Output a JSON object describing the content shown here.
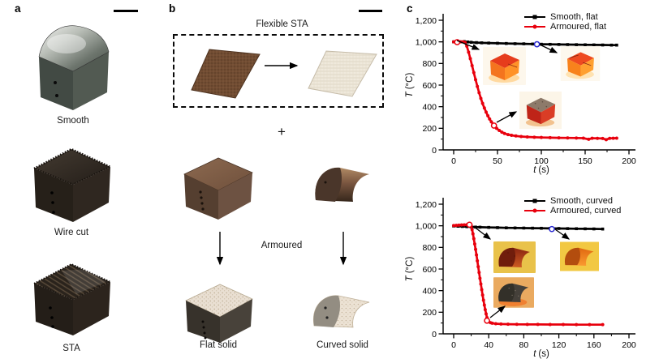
{
  "panels": {
    "a": {
      "label": "a",
      "captions": [
        "Smooth",
        "Wire cut",
        "STA"
      ]
    },
    "b": {
      "label": "b",
      "box_title": "Flexible STA",
      "plus": "+",
      "process_label": "Armoured",
      "captions": [
        "Flat solid",
        "Curved solid"
      ]
    },
    "c": {
      "label": "c"
    }
  },
  "colors": {
    "series_black": "#000000",
    "series_red": "#e8000d",
    "highlight_blue_ring": "#2a2ad0",
    "highlight_red_ring": "#e8000d"
  },
  "chart_data": [
    {
      "type": "line",
      "xlabel": "t (s)",
      "ylabel": "T (°C)",
      "xlabel_var": "t",
      "xlabel_unit": "(s)",
      "ylabel_var": "T",
      "ylabel_unit": "(°C)",
      "xlim": [
        0,
        200
      ],
      "ylim": [
        0,
        1200
      ],
      "xticks": [
        0,
        50,
        100,
        150,
        200
      ],
      "xtick_labels": [
        "0",
        "50",
        "100",
        "150",
        "200"
      ],
      "yticks": [
        0,
        200,
        400,
        600,
        800,
        1000,
        1200
      ],
      "ytick_labels": [
        "0",
        "200",
        "400",
        "600",
        "800",
        "1,000",
        "1,200"
      ],
      "x_minor_step": 25,
      "y_minor_step": 100,
      "grid": false,
      "legend_position": "top-right",
      "series": [
        {
          "name": "Smooth, flat",
          "color": "#000000",
          "marker": "square",
          "points": [
            [
              0,
              1000
            ],
            [
              4,
              1001
            ],
            [
              8,
              1000
            ],
            [
              12,
              1003
            ],
            [
              16,
              999
            ],
            [
              20,
              996
            ],
            [
              26,
              993
            ],
            [
              32,
              991
            ],
            [
              40,
              989
            ],
            [
              50,
              987
            ],
            [
              60,
              985
            ],
            [
              70,
              983
            ],
            [
              80,
              982
            ],
            [
              90,
              980
            ],
            [
              100,
              978
            ],
            [
              110,
              977
            ],
            [
              120,
              976
            ],
            [
              130,
              975
            ],
            [
              140,
              974
            ],
            [
              150,
              973
            ],
            [
              160,
              972
            ],
            [
              170,
              971
            ],
            [
              180,
              970
            ],
            [
              186,
              970
            ]
          ]
        },
        {
          "name": "Armoured, flat",
          "color": "#e8000d",
          "marker": "circle",
          "points": [
            [
              0,
              1000
            ],
            [
              4,
              1000
            ],
            [
              8,
              1000
            ],
            [
              11,
              1000
            ],
            [
              13,
              995
            ],
            [
              15,
              960
            ],
            [
              17,
              905
            ],
            [
              19,
              845
            ],
            [
              21,
              780
            ],
            [
              23,
              715
            ],
            [
              25,
              650
            ],
            [
              27,
              588
            ],
            [
              29,
              530
            ],
            [
              31,
              477
            ],
            [
              33,
              430
            ],
            [
              35,
              388
            ],
            [
              37,
              350
            ],
            [
              39,
              316
            ],
            [
              41,
              286
            ],
            [
              43,
              260
            ],
            [
              45,
              237
            ],
            [
              47,
              217
            ],
            [
              49,
              200
            ],
            [
              52,
              180
            ],
            [
              55,
              164
            ],
            [
              58,
              152
            ],
            [
              62,
              142
            ],
            [
              66,
              135
            ],
            [
              71,
              129
            ],
            [
              77,
              124
            ],
            [
              84,
              120
            ],
            [
              92,
              117
            ],
            [
              100,
              115
            ],
            [
              110,
              113
            ],
            [
              120,
              112
            ],
            [
              130,
              111
            ],
            [
              140,
              110
            ],
            [
              148,
              109
            ],
            [
              154,
              98
            ],
            [
              158,
              108
            ],
            [
              164,
              107
            ],
            [
              170,
              106
            ],
            [
              174,
              95
            ],
            [
              178,
              107
            ],
            [
              182,
              108
            ],
            [
              186,
              109
            ]
          ]
        }
      ],
      "highlights": [
        {
          "series": 1,
          "x": 4,
          "y": 997,
          "ring": "#e8000d"
        },
        {
          "series": 1,
          "x": 46,
          "y": 225,
          "ring": "#e8000d"
        },
        {
          "series": 0,
          "x": 95,
          "y": 978,
          "ring": "#2a2ad0"
        }
      ]
    },
    {
      "type": "line",
      "xlabel": "t (s)",
      "ylabel": "T (°C)",
      "xlabel_var": "t",
      "xlabel_unit": "(s)",
      "ylabel_var": "T",
      "ylabel_unit": "(°C)",
      "xlim": [
        0,
        200
      ],
      "ylim": [
        0,
        1200
      ],
      "xticks": [
        0,
        40,
        80,
        120,
        160,
        200
      ],
      "xtick_labels": [
        "0",
        "40",
        "80",
        "120",
        "160",
        "200"
      ],
      "yticks": [
        0,
        200,
        400,
        600,
        800,
        1000,
        1200
      ],
      "ytick_labels": [
        "0",
        "200",
        "400",
        "600",
        "800",
        "1,000",
        "1,200"
      ],
      "x_minor_step": 20,
      "y_minor_step": 100,
      "grid": false,
      "legend_position": "top-right",
      "series": [
        {
          "name": "Smooth, curved",
          "color": "#000000",
          "marker": "square",
          "points": [
            [
              0,
              998
            ],
            [
              5,
              996
            ],
            [
              10,
              994
            ],
            [
              15,
              992
            ],
            [
              20,
              990
            ],
            [
              25,
              988
            ],
            [
              30,
              987
            ],
            [
              40,
              985
            ],
            [
              50,
              983
            ],
            [
              60,
              981
            ],
            [
              70,
              980
            ],
            [
              80,
              979
            ],
            [
              90,
              978
            ],
            [
              100,
              977
            ],
            [
              110,
              976
            ],
            [
              120,
              975
            ],
            [
              130,
              974
            ],
            [
              140,
              973
            ],
            [
              150,
              972
            ],
            [
              160,
              971
            ],
            [
              170,
              970
            ]
          ]
        },
        {
          "name": "Armoured, curved",
          "color": "#e8000d",
          "marker": "circle",
          "points": [
            [
              0,
              1002
            ],
            [
              3,
              1004
            ],
            [
              6,
              1006
            ],
            [
              9,
              1008
            ],
            [
              12,
              1009
            ],
            [
              15,
              1010
            ],
            [
              18,
              1010
            ],
            [
              20,
              1002
            ],
            [
              21,
              965
            ],
            [
              22,
              925
            ],
            [
              23,
              880
            ],
            [
              24,
              832
            ],
            [
              25,
              782
            ],
            [
              26,
              730
            ],
            [
              27,
              676
            ],
            [
              28,
              622
            ],
            [
              29,
              568
            ],
            [
              30,
              514
            ],
            [
              31,
              461
            ],
            [
              32,
              409
            ],
            [
              33,
              359
            ],
            [
              34,
              311
            ],
            [
              35,
              266
            ],
            [
              36,
              224
            ],
            [
              37,
              185
            ],
            [
              38,
              150
            ],
            [
              39,
              128
            ],
            [
              40,
              113
            ],
            [
              42,
              103
            ],
            [
              44,
              98
            ],
            [
              48,
              94
            ],
            [
              54,
              91
            ],
            [
              62,
              89
            ],
            [
              72,
              88
            ],
            [
              84,
              87
            ],
            [
              96,
              87
            ],
            [
              110,
              86
            ],
            [
              125,
              86
            ],
            [
              140,
              85
            ],
            [
              155,
              85
            ],
            [
              170,
              85
            ]
          ]
        }
      ],
      "highlights": [
        {
          "series": 1,
          "x": 18,
          "y": 1010,
          "ring": "#e8000d"
        },
        {
          "series": 1,
          "x": 38,
          "y": 122,
          "ring": "#e8000d"
        },
        {
          "series": 0,
          "x": 112,
          "y": 970,
          "ring": "#2a2ad0"
        }
      ]
    }
  ]
}
